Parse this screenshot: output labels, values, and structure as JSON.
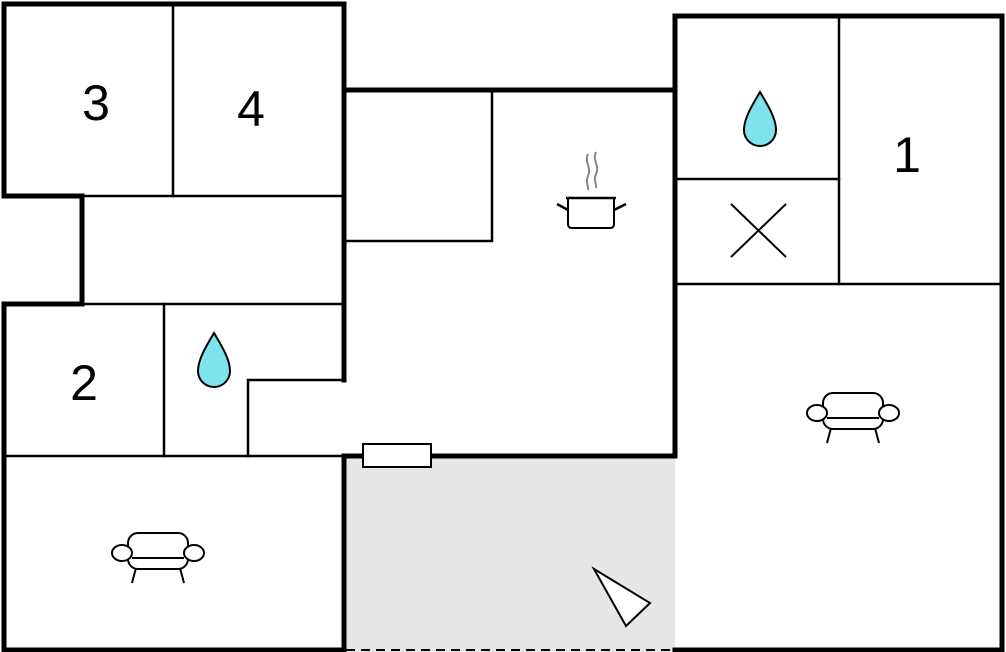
{
  "floorplan": {
    "rooms": [
      {
        "id": "room-3",
        "label": "3"
      },
      {
        "id": "room-4",
        "label": "4"
      },
      {
        "id": "room-1",
        "label": "1"
      },
      {
        "id": "room-2",
        "label": "2"
      }
    ],
    "icons": [
      {
        "id": "bathroom-1",
        "semantic": "water-drop-icon"
      },
      {
        "id": "bathroom-2",
        "semantic": "water-drop-icon"
      },
      {
        "id": "kitchen",
        "semantic": "cooking-pot-icon"
      },
      {
        "id": "wc",
        "semantic": "cross-icon"
      },
      {
        "id": "living-1",
        "semantic": "sofa-icon"
      },
      {
        "id": "living-2",
        "semantic": "sofa-icon"
      },
      {
        "id": "terrace",
        "semantic": "compass-triangle-icon"
      }
    ],
    "colors": {
      "wall": "#000000",
      "water": "#7fe3ee",
      "terrace": "#e6e6e6",
      "steam": "#888888"
    }
  }
}
